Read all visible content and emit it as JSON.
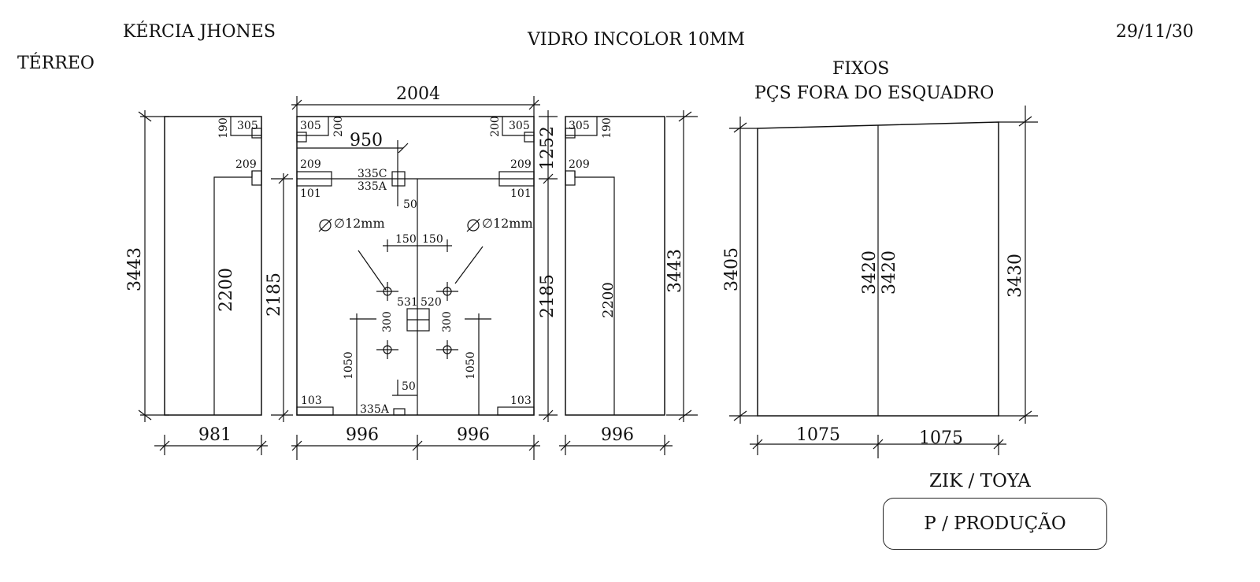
{
  "header": {
    "client": "KÉRCIA JHONES",
    "floor": "TÉRREO",
    "material": "VIDRO INCOLOR 10MM",
    "date": "29/11/30",
    "fixed_title": "FIXOS",
    "fixed_note": "PÇS FORA DO ESQUADRO"
  },
  "footer": {
    "hardware": "ZIK / TOYA",
    "stamp": "P / PRODUÇÃO"
  },
  "panels": {
    "left_side": {
      "width": "981",
      "height": "3443",
      "door_height": "2200",
      "notch_a": "190",
      "notch_b": "305",
      "notch_c": "209"
    },
    "center": {
      "total_width": "2004",
      "half_width_left": "996",
      "half_width_right": "996",
      "height_left": "2185",
      "height_right": "2185",
      "top_block": "1252",
      "lock_offset": "950",
      "tl_a": "305",
      "tl_b": "200",
      "tr_a": "200",
      "tr_b": "305",
      "l_209": "209",
      "l_101": "101",
      "r_209": "209",
      "r_101": "101",
      "c_335c": "335C",
      "c_335a_top": "335A",
      "c_335a_bottom": "335A",
      "gap_top": "50",
      "gap_bottom": "50",
      "hole_left": "∅12mm",
      "hole_right": "∅12mm",
      "spacing_l": "150",
      "spacing_r": "150",
      "handle_l": "531",
      "handle_r": "520",
      "handle_vl": "300",
      "handle_vr": "300",
      "handle_h_l": "1050",
      "handle_h_r": "1050",
      "bl_103": "103",
      "br_103": "103"
    },
    "right_side": {
      "width": "996",
      "height": "3443",
      "door_height": "2200",
      "notch_a": "305",
      "notch_b": "190",
      "notch_c": "209"
    },
    "fixed": {
      "width_left": "1075",
      "width_right": "1075",
      "height_left": "3405",
      "height_mid_a": "3420",
      "height_mid_b": "3420",
      "height_right": "3430"
    }
  },
  "colors": {
    "ink": "#111111",
    "paper": "#ffffff"
  }
}
